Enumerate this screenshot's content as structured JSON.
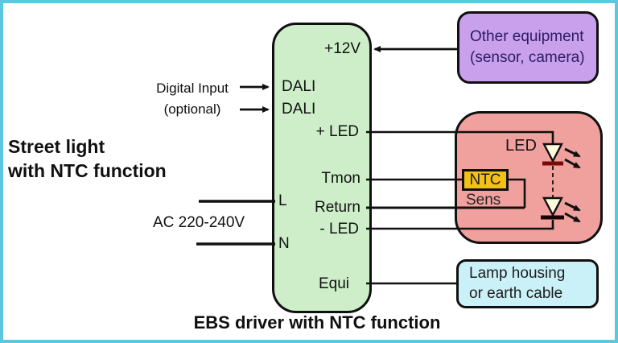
{
  "frame": {
    "border_color": "#5bc8e0",
    "background": "#ffffff"
  },
  "left_labels": {
    "title": "Street light\nwith NTC function",
    "digital_input": "Digital Input\n(optional)",
    "ac": "AC 220-240V"
  },
  "driver": {
    "caption": "EBS driver with NTC function",
    "fill": "#cdeec9",
    "pins": {
      "p12v": "+12V",
      "dali1": "DALI",
      "dali2": "DALI",
      "plus_led": "+ LED",
      "tmon": "Tmon",
      "l": "L",
      "ret": "Return",
      "minus_led": "- LED",
      "n": "N",
      "equi": "Equi"
    }
  },
  "other_equipment": {
    "line1": "Other equipment",
    "line2": "(sensor, camera)",
    "fill": "#c9a0ec",
    "text_color": "#2d1b63"
  },
  "led_module": {
    "led_label": "LED",
    "ntc_label": "NTC",
    "sens_label": "Sens",
    "fill": "#f0a09d",
    "ntc_fill": "#f2c118",
    "led_symbol_fill": "#fffbdc",
    "cathode_color_top": "#7a0a0a",
    "cathode_color_bottom": "#1c0202"
  },
  "lamp_housing": {
    "line1": "Lamp housing",
    "line2": "or earth cable",
    "fill": "#caf0f8"
  }
}
